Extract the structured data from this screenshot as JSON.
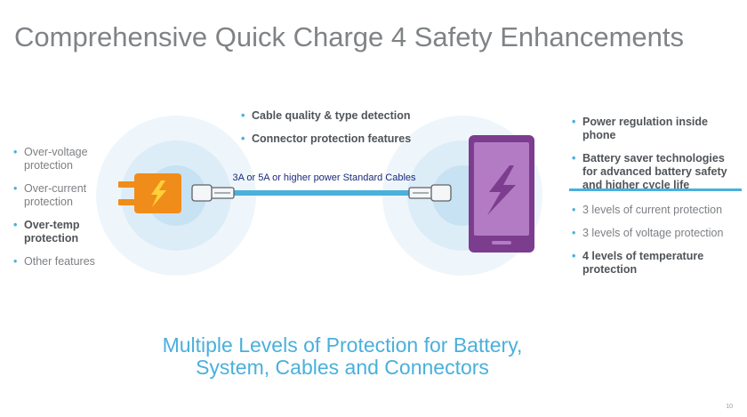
{
  "title": "Comprehensive Quick Charge 4 Safety Enhancements",
  "charger_features": [
    {
      "text": "Over-voltage protection",
      "emphasis": false
    },
    {
      "text": "Over-current protection",
      "emphasis": false
    },
    {
      "text": "Over-temp protection",
      "emphasis": true
    },
    {
      "text": "Other features",
      "emphasis": false
    }
  ],
  "cable_features": [
    "Cable quality & type detection",
    "Connector protection features"
  ],
  "cable_label": "3A or 5A or higher power Standard Cables",
  "phone_features": [
    "Power regulation inside phone",
    "Battery saver technologies for advanced battery safety and higher cycle life"
  ],
  "protection_levels": [
    {
      "text": "3 levels of current protection",
      "emphasis": false
    },
    {
      "text": "3 levels of voltage protection",
      "emphasis": false
    },
    {
      "text": "4 levels of temperature protection",
      "emphasis": true
    }
  ],
  "tagline": {
    "line1": "Multiple Levels of Protection for Battery,",
    "line2": "System, Cables and Connectors"
  },
  "page_number": "10",
  "colors": {
    "accent": "#4ab0dc",
    "charger": "#f08c1a",
    "phone_body": "#7c3d8e",
    "phone_screen": "#b37bc4",
    "cable": "#4ab0dc",
    "title": "#808386"
  }
}
